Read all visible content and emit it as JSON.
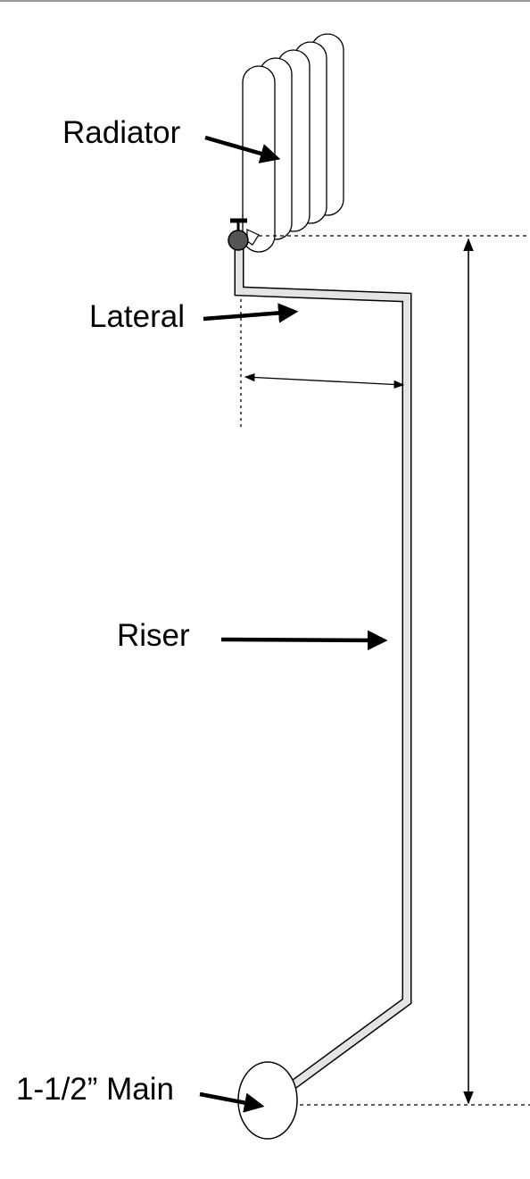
{
  "labels": {
    "radiator": "Radiator",
    "lateral": "Lateral",
    "riser": "Riser",
    "main": "1-1/2” Main"
  },
  "colors": {
    "pipe_fill": "#e4e4e4",
    "outline": "#000000",
    "valve": "#555555",
    "background": "#ffffff"
  }
}
